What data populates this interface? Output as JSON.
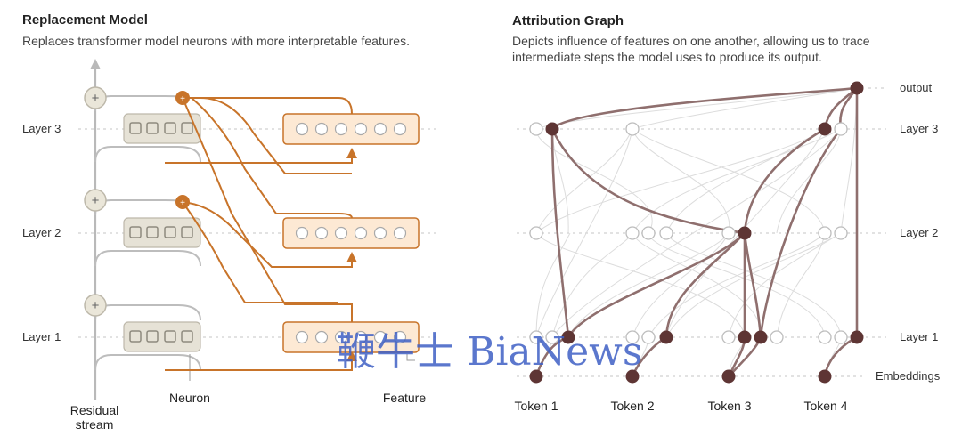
{
  "left_panel": {
    "title": "Replacement Model",
    "subtitle": "Replaces transformer model neurons with more interpretable features.",
    "layers": [
      "Layer 3",
      "Layer 2",
      "Layer 1"
    ],
    "labels": {
      "neuron": "Neuron",
      "feature": "Feature",
      "residual_line1": "Residual",
      "residual_line2": "stream"
    }
  },
  "right_panel": {
    "title": "Attribution Graph",
    "subtitle_line1": "Depicts influence of features on one another, allowing us to trace",
    "subtitle_line2": "intermediate steps the model uses to produce its output.",
    "row_labels": {
      "output": "output",
      "layer3": "Layer 3",
      "layer2": "Layer 2",
      "layer1": "Layer 1",
      "embeddings": "Embeddings"
    },
    "tokens": [
      "Token 1",
      "Token 2",
      "Token 3",
      "Token 4"
    ]
  },
  "watermark": "鞭牛士 BiaNews",
  "colors": {
    "orange": "#c8742a",
    "orange_fill": "#fde9d4",
    "gray_box": "#e6e2d6",
    "gray_stroke": "#bdb8aa",
    "dark_node": "#5e3534",
    "dark_edge": "#8f6f6e",
    "light_edge": "#d6d6d6",
    "watermark": "#3e5fc4"
  }
}
